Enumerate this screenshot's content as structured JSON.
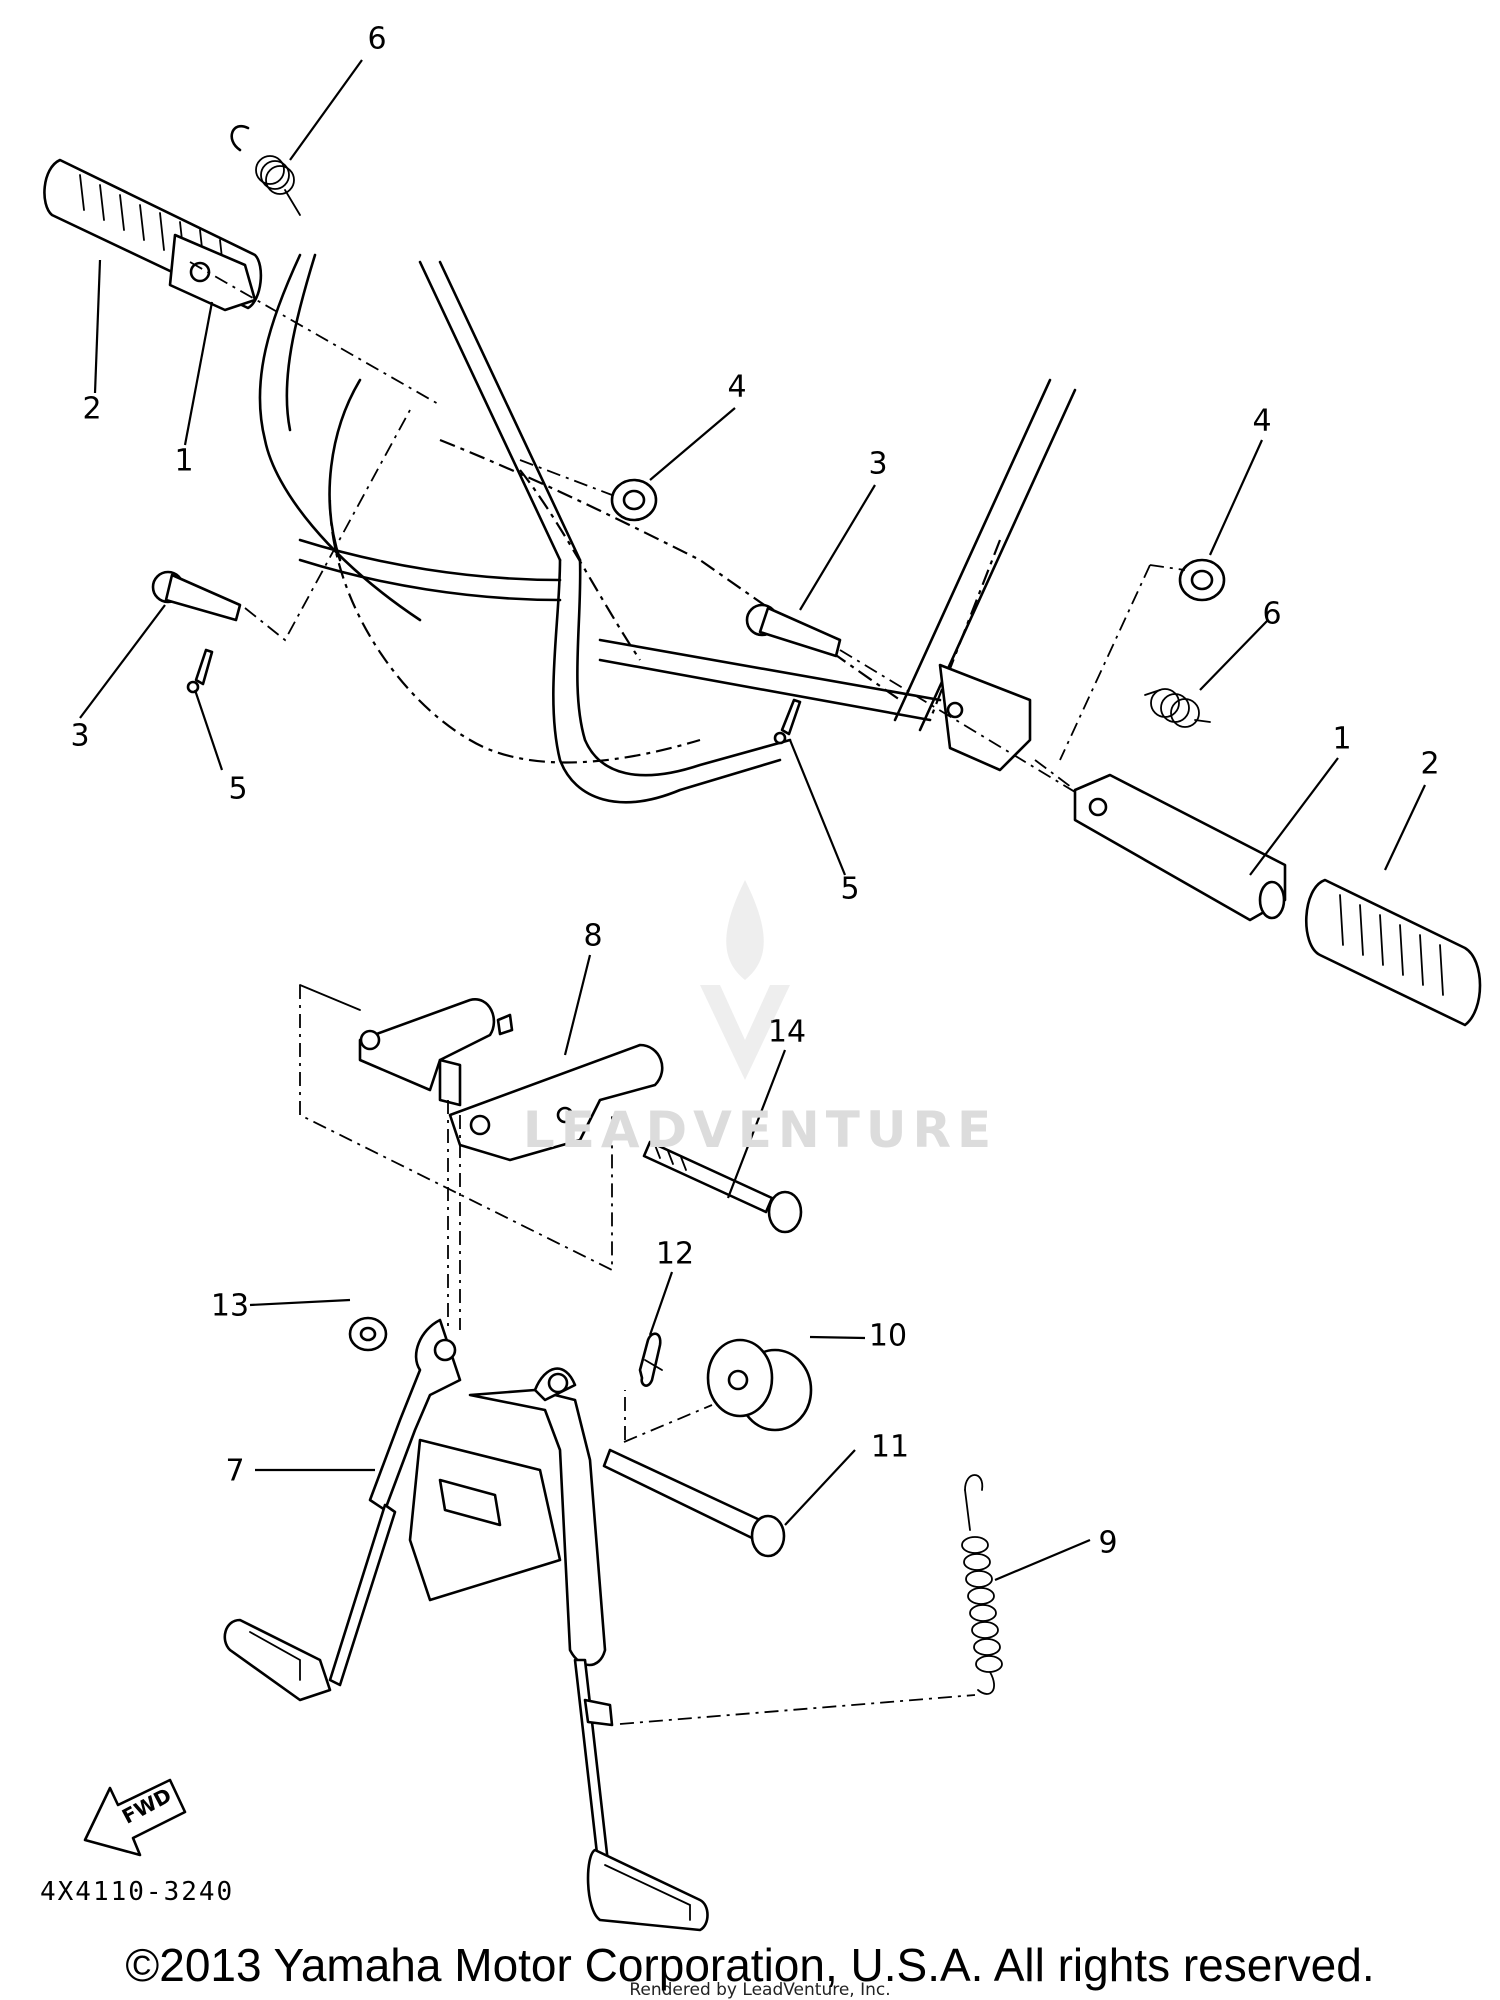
{
  "diagram": {
    "callouts": [
      {
        "id": "c6a",
        "label": "6"
      },
      {
        "id": "c2a",
        "label": "2"
      },
      {
        "id": "c1a",
        "label": "1"
      },
      {
        "id": "c4a",
        "label": "4"
      },
      {
        "id": "c3a",
        "label": "3"
      },
      {
        "id": "c3b",
        "label": "3"
      },
      {
        "id": "c5a",
        "label": "5"
      },
      {
        "id": "c4b",
        "label": "4"
      },
      {
        "id": "c6b",
        "label": "6"
      },
      {
        "id": "c1b",
        "label": "1"
      },
      {
        "id": "c2b",
        "label": "2"
      },
      {
        "id": "c5b",
        "label": "5"
      },
      {
        "id": "c8",
        "label": "8"
      },
      {
        "id": "c14",
        "label": "14"
      },
      {
        "id": "c12",
        "label": "12"
      },
      {
        "id": "c13",
        "label": "13"
      },
      {
        "id": "c10",
        "label": "10"
      },
      {
        "id": "c7",
        "label": "7"
      },
      {
        "id": "c11",
        "label": "11"
      },
      {
        "id": "c9",
        "label": "9"
      }
    ],
    "fwd_label": "FWD",
    "doc_code": "4X4110-3240"
  },
  "footer": {
    "copyright": "©2013 Yamaha Motor Corporation, U.S.A. All rights reserved.",
    "rendered_by": "Rendered by LeadVenture, Inc."
  },
  "watermark": {
    "text": "LEADVENTURE"
  }
}
